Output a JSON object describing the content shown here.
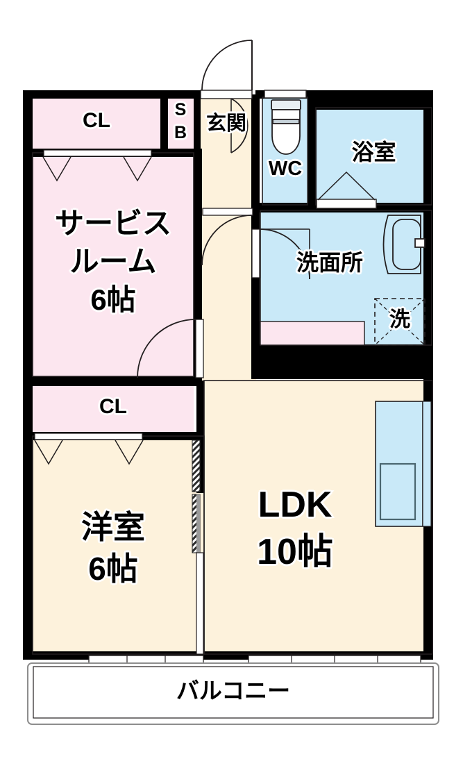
{
  "plan": {
    "title": "間取り図",
    "colors": {
      "wall": "#000000",
      "room_floor": "#fdf2dc",
      "closet_floor": "#fce6ef",
      "water_area": "#c9e9f8",
      "balcony_floor": "#ffffff",
      "line": "#231f20",
      "text": "#000000",
      "halo": "#ffffff"
    },
    "rooms": [
      {
        "id": "service-room",
        "label": "サービス\nルーム",
        "size": "6帖",
        "line1": "サービス",
        "line2": "ルーム",
        "line3": "6帖",
        "floor_type": "closet_floor"
      },
      {
        "id": "western-room",
        "label": "洋室",
        "size": "6帖",
        "line1": "洋室",
        "line2": "6帖",
        "floor_type": "room_floor"
      },
      {
        "id": "ldk",
        "label": "LDK",
        "size": "10帖",
        "line1": "LDK",
        "line2": "10帖",
        "floor_type": "room_floor"
      },
      {
        "id": "entrance",
        "label": "玄関",
        "floor_type": "room_floor"
      },
      {
        "id": "toilet",
        "label": "WC",
        "floor_type": "water_area"
      },
      {
        "id": "bathroom",
        "label": "浴室",
        "floor_type": "water_area"
      },
      {
        "id": "washroom",
        "label": "洗面所",
        "floor_type": "water_area"
      },
      {
        "id": "balcony",
        "label": "バルコニー",
        "floor_type": "balcony_floor"
      }
    ],
    "storage": [
      {
        "id": "closet-upper",
        "label": "CL"
      },
      {
        "id": "closet-lower",
        "label": "CL"
      },
      {
        "id": "shoe-box",
        "label_line1": "S",
        "label_line2": "B",
        "label": "SB"
      }
    ],
    "fixtures": [
      {
        "id": "washing-machine-space",
        "label": "洗"
      },
      {
        "id": "toilet-fixture",
        "label": ""
      },
      {
        "id": "vanity-sink",
        "label": ""
      },
      {
        "id": "kitchen-counter",
        "label": ""
      }
    ],
    "labels": {
      "service_room_l1": "サービス",
      "service_room_l2": "ルーム",
      "service_room_l3": "6帖",
      "western_room_l1": "洋室",
      "western_room_l2": "6帖",
      "ldk_l1": "LDK",
      "ldk_l2": "10帖",
      "entrance": "玄関",
      "wc": "WC",
      "bathroom": "浴室",
      "washroom": "洗面所",
      "washer": "洗",
      "balcony": "バルコニー",
      "closet_upper": "CL",
      "closet_lower": "CL",
      "shoebox_l1": "S",
      "shoebox_l2": "B"
    }
  }
}
